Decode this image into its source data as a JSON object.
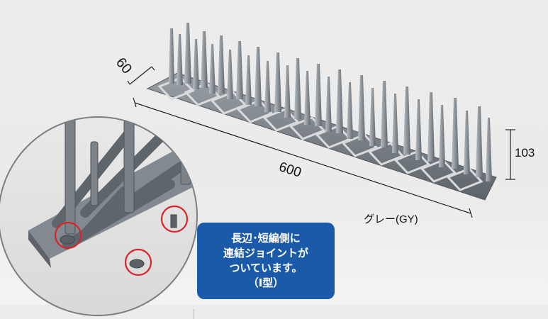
{
  "product_image": {
    "dimensions": {
      "depth": "60",
      "length": "600",
      "height": "103"
    },
    "color_label": "グレー(GY)",
    "callout": {
      "lines": [
        "長辺･短編側に",
        "連結ジョイントが",
        "ついています。",
        "（I型）"
      ]
    },
    "colors": {
      "callout_background": "#1a5aa8",
      "highlight_ring": "#d8232a",
      "product_gray": "#8a9095"
    }
  }
}
